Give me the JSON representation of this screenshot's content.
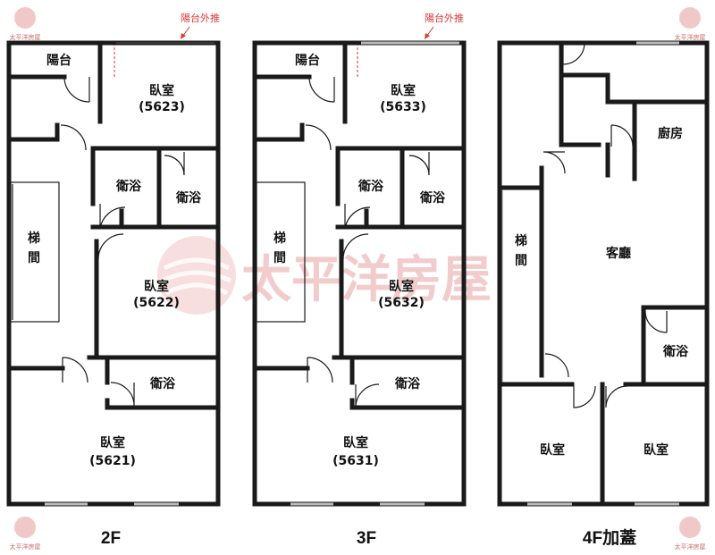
{
  "watermark": {
    "text": "太平洋房屋",
    "small_text": "太平洋房屋"
  },
  "floors": [
    {
      "id": "2f",
      "label": "2F",
      "note": "陽台外推",
      "rooms": {
        "balcony": "陽台",
        "bedroom_top": "臥室",
        "bedroom_top_no": "(5623)",
        "stairs_a": "梯",
        "stairs_b": "間",
        "bath1": "衛浴",
        "bath2": "衛浴",
        "bedroom_mid": "臥室",
        "bedroom_mid_no": "(5622)",
        "bath3": "衛浴",
        "bedroom_bot": "臥室",
        "bedroom_bot_no": "(5621)"
      }
    },
    {
      "id": "3f",
      "label": "3F",
      "note": "陽台外推",
      "rooms": {
        "balcony": "陽台",
        "bedroom_top": "臥室",
        "bedroom_top_no": "(5633)",
        "stairs_a": "梯",
        "stairs_b": "間",
        "bath1": "衛浴",
        "bath2": "衛浴",
        "bedroom_mid": "臥室",
        "bedroom_mid_no": "(5632)",
        "bath3": "衛浴",
        "bedroom_bot": "臥室",
        "bedroom_bot_no": "(5631)"
      }
    },
    {
      "id": "4f",
      "label": "4F加蓋",
      "rooms": {
        "kitchen": "廚房",
        "stairs_a": "梯",
        "stairs_b": "間",
        "living": "客廳",
        "bath": "衛浴",
        "bedroom_left": "臥室",
        "bedroom_right": "臥室"
      }
    }
  ]
}
